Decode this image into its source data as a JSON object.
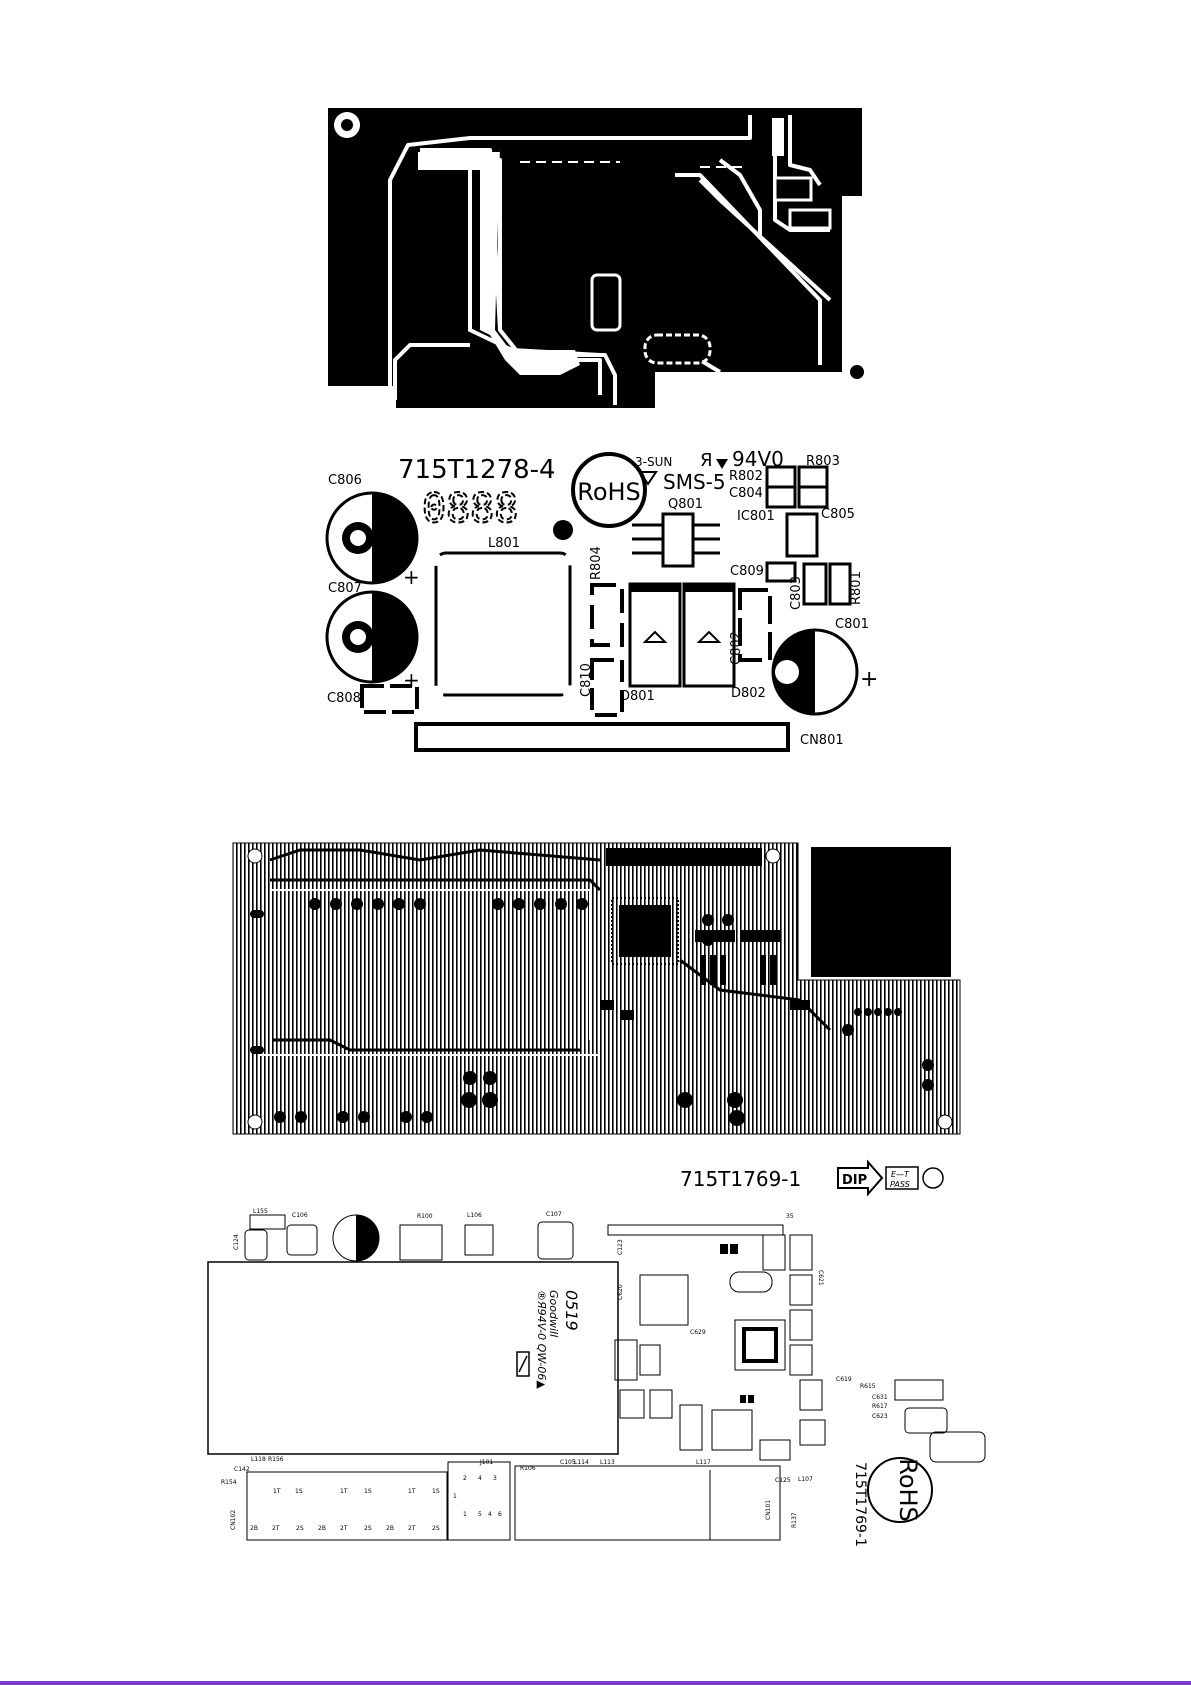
{
  "power_board": {
    "part_number": "715T1278-4",
    "rohs": "RoHS",
    "datecode": "0888",
    "vendor": "3-SUN",
    "ul_rating": "94V0",
    "ul_mark": "Я",
    "series": "SMS-5",
    "labels": {
      "c806": "C806",
      "c807": "C807",
      "c808": "C808",
      "l801": "L801",
      "r804": "R804",
      "c810": "C810",
      "d801": "D801",
      "d802": "D802",
      "c802": "C802",
      "c801": "C801",
      "q801": "Q801",
      "r802": "R802",
      "r803": "R803",
      "c804": "C804",
      "ic801": "IC801",
      "c805": "C805",
      "c809": "C809",
      "c803": "C803",
      "r801": "R801",
      "cn801": "CN801"
    }
  },
  "main_board": {
    "part_number": "715T1769-1",
    "dip": "DIP",
    "et_pass_top": "E—T",
    "et_pass_bottom": "PASS",
    "rohs": "RoHS",
    "side_part_number": "715T1769-1",
    "module_text": [
      "®Я94V-0 QW-06▲",
      "Goodwill",
      "0519"
    ],
    "labels": {
      "l155": "L155",
      "c106": "C106",
      "r100": "R100",
      "l106": "L106",
      "c107": "C107",
      "c124": "C124",
      "c123": "C123",
      "c620": "C620",
      "c629": "C629",
      "c621": "C621",
      "c619": "C619",
      "r615": "R615",
      "c631": "C631",
      "r617": "R617",
      "c623": "C623",
      "cn102": "CN102",
      "cn101": "CN101",
      "j101": "J101",
      "r154": "R154",
      "c142": "C142",
      "l118": "L118",
      "r156": "R156",
      "l113": "L113",
      "l114": "L114",
      "l117": "L117",
      "r106": "R106",
      "l107": "L107",
      "r137": "R137",
      "c125": "C125",
      "c105": "C105",
      "pin35": "35",
      "pin1": "1"
    },
    "connector_pins_top": [
      "1T",
      "1S",
      "1T",
      "1S",
      "1T",
      "1S"
    ],
    "connector_pins_bottom": [
      "2B",
      "2T",
      "2S",
      "2B",
      "2T",
      "2S",
      "2B",
      "2T",
      "2S"
    ],
    "j101_pins_top": [
      "2",
      "4",
      "3"
    ],
    "j101_pins_bottom": [
      "1",
      "5",
      "4",
      "6"
    ]
  }
}
